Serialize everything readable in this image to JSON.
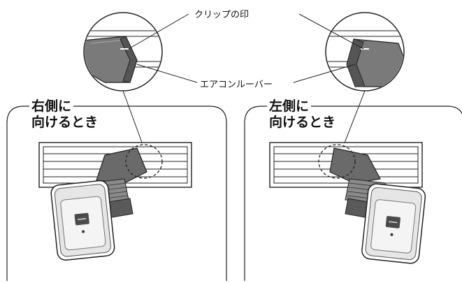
{
  "callouts": {
    "clip_mark": "クリップの印",
    "air_louver": "エアコンルーバー"
  },
  "panels": [
    {
      "title_line1": "右側に",
      "title_line2": "向けるとき"
    },
    {
      "title_line1": "左側に",
      "title_line2": "向けるとき"
    }
  ],
  "colors": {
    "line": "#222222",
    "device_dark": "#5a5a5a",
    "device_mid": "#8a8a8a",
    "device_light": "#c8c8c8",
    "bg": "#ffffff"
  }
}
